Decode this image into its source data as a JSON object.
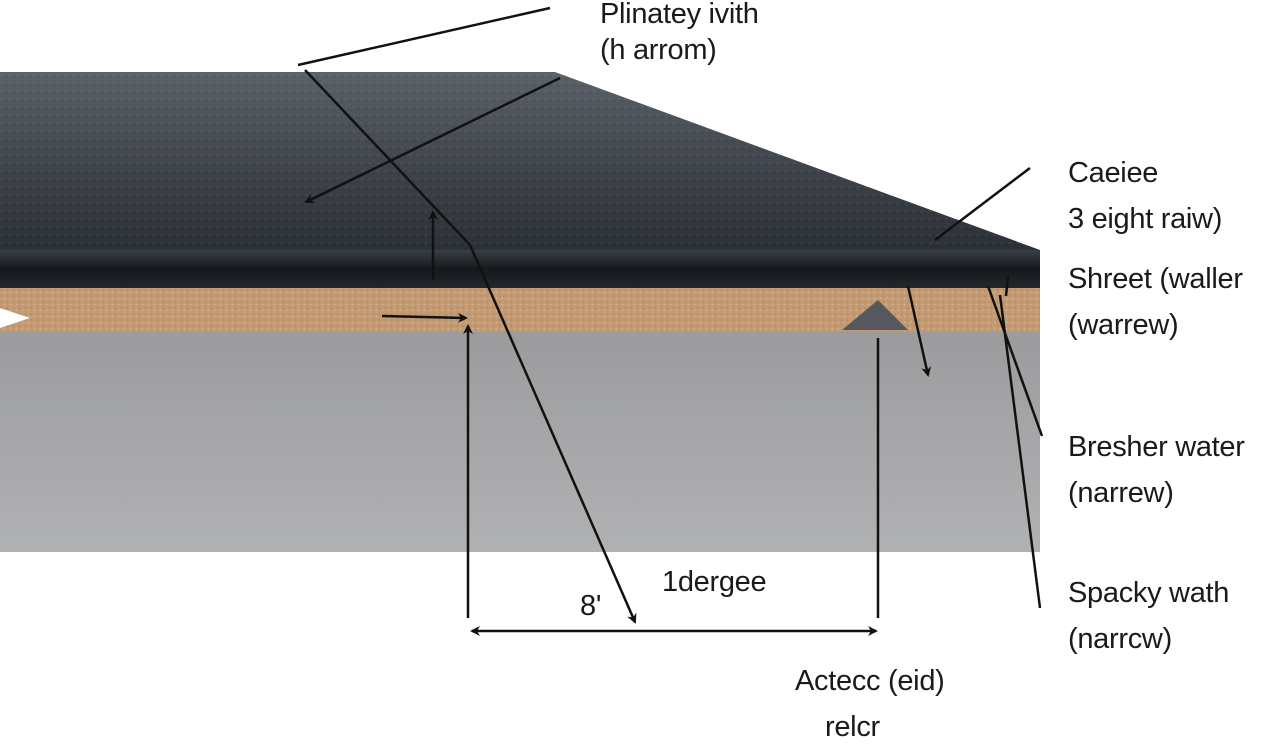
{
  "labels": {
    "top": {
      "line1": "Plinatey ivith",
      "line2": "(h arrom)"
    },
    "right1": {
      "line1": "Caeiee",
      "line2": "3 eight raiw)"
    },
    "right2": {
      "line1": "Shreet (waller",
      "line2": "(warrew)"
    },
    "right3": {
      "line1": "Bresher water",
      "line2": "(narrew)"
    },
    "right4": {
      "line1": "Spacky wath",
      "line2": "(narrcw)"
    },
    "angle_number": "8'",
    "angle_word": "1dergee",
    "bottom": {
      "line1": "Actecc (eid)",
      "line2": "relcr"
    }
  },
  "colors": {
    "top_surface": "#3c4148",
    "edge_band": "#1b1f24",
    "sand_layer": "#c49a72",
    "base_block": "#a3a4a6",
    "line": "#111111"
  }
}
